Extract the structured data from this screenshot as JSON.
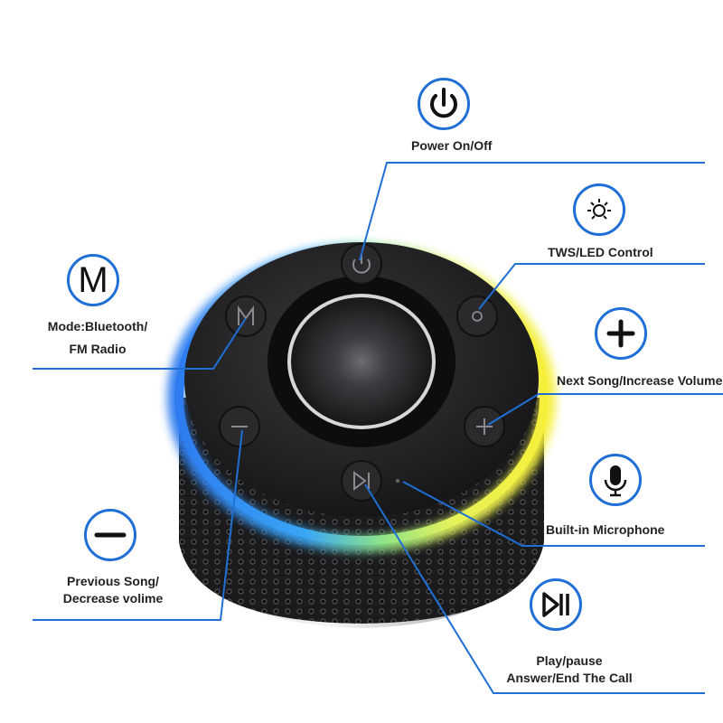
{
  "features": {
    "power": {
      "label": "Power On/Off",
      "icon": "power-icon"
    },
    "tws_led": {
      "label": "TWS/LED Control",
      "icon": "sun-icon"
    },
    "mode": {
      "label_line1": "Mode:Bluetooth/",
      "label_line2": "FM Radio",
      "icon": "m-letter-icon",
      "icon_text": "M"
    },
    "next": {
      "label": "Next Song/Increase Volume",
      "icon": "plus-icon"
    },
    "microphone": {
      "label": "Built-in Microphone",
      "icon": "microphone-icon"
    },
    "previous": {
      "label_line1": "Previous Song/",
      "label_line2": "Decrease volime",
      "icon": "minus-icon"
    },
    "play": {
      "label_line1": "Play/pause",
      "label_line2": "Answer/End The Call",
      "icon": "play-pause-icon"
    }
  },
  "colors": {
    "accent": "#1f6fd6",
    "led_blue": "#2e8bf0",
    "led_green": "#7de07a",
    "led_yellow": "#f4ee3c",
    "speaker_body": "#1d1d1f"
  }
}
